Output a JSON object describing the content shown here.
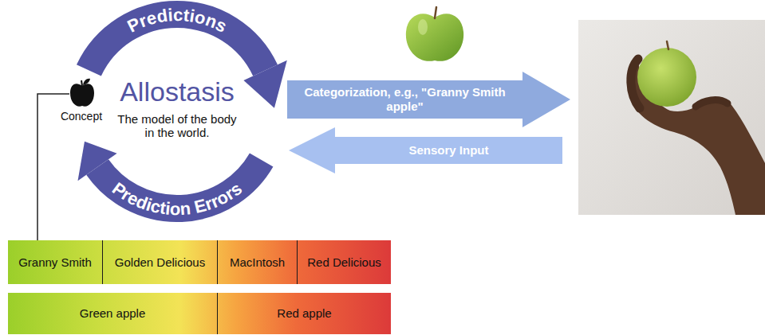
{
  "diagram": {
    "nodes": [
      {
        "text": [
          "Categorization, e.g., \"Granny Smith apple\""
        ]
      },
      {
        "text": [
          "Sensory Input"
        ]
      },
      {
        "text": [
          "Granny Smith"
        ]
      },
      {
        "text": [
          "Golden Delicious"
        ]
      },
      {
        "text": [
          "MacIntosh"
        ]
      },
      {
        "text": [
          "Red Delicious"
        ]
      },
      {
        "text": [
          "Green apple"
        ]
      },
      {
        "text": [
          "Red apple"
        ]
      }
    ],
    "labels": [
      "Predictions",
      "Prediction Errors",
      "Allostasis",
      "The model of the body in the world.",
      "Concept"
    ]
  }
}
